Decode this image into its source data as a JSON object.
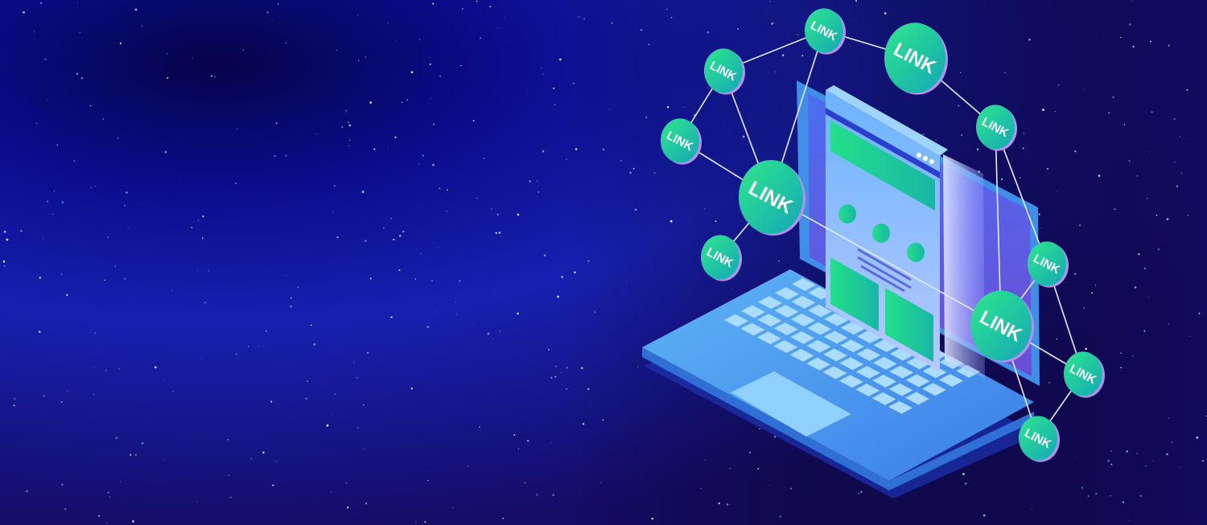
{
  "palette": {
    "background_deep": "#06044a",
    "background_mid": "#1a1fb8",
    "background_right": "#120b5e",
    "node_green": "#1fe08a",
    "node_teal": "#18b8b0",
    "node_rim": "#b98cf0",
    "laptop_body": "#4a9ef0",
    "laptop_screen": "#5865e8",
    "page_green": "#22d48a"
  },
  "link_nodes": [
    {
      "label": "LINK"
    },
    {
      "label": "LINK"
    },
    {
      "label": "LINK"
    },
    {
      "label": "LINK"
    },
    {
      "label": "LINK"
    },
    {
      "label": "LINK"
    },
    {
      "label": "LINK"
    },
    {
      "label": "LINK"
    },
    {
      "label": "LINK"
    },
    {
      "label": "LINK"
    },
    {
      "label": "LINK"
    }
  ],
  "icons": [
    "star-field",
    "laptop-icon",
    "web-page-icon",
    "link-node-icon",
    "network-line"
  ]
}
